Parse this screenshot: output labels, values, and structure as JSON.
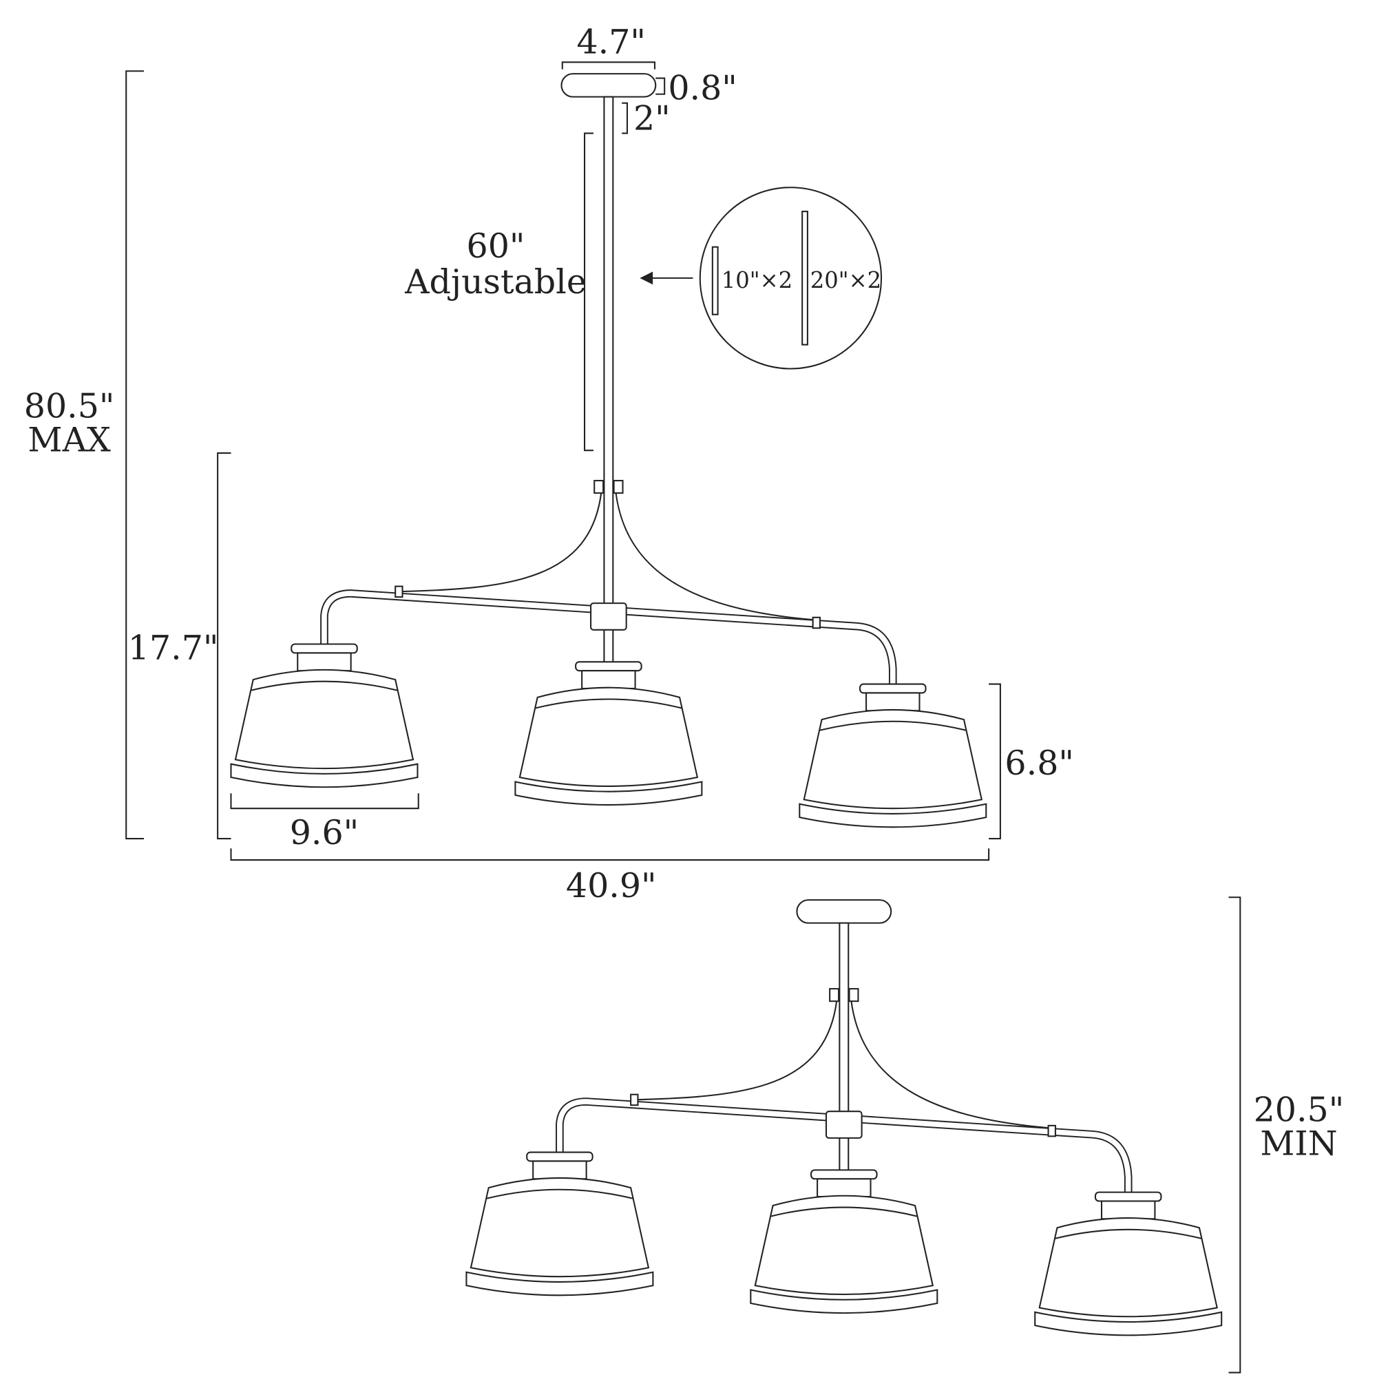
{
  "dimensions": {
    "canopy_width": "4.7\"",
    "canopy_height": "0.8\"",
    "stem_top": "2\"",
    "rod_length": "60\"",
    "rod_note": "Adjustable",
    "max_height": "80.5\"",
    "max_label": "MAX",
    "body_height": "17.7\"",
    "shade_width": "9.6\"",
    "shade_height": "6.8\"",
    "total_width": "40.9\"",
    "min_height": "20.5\"",
    "min_label": "MIN"
  },
  "rods_inset": {
    "short_rods": "10\"×2",
    "long_rods": "20\"×2"
  }
}
